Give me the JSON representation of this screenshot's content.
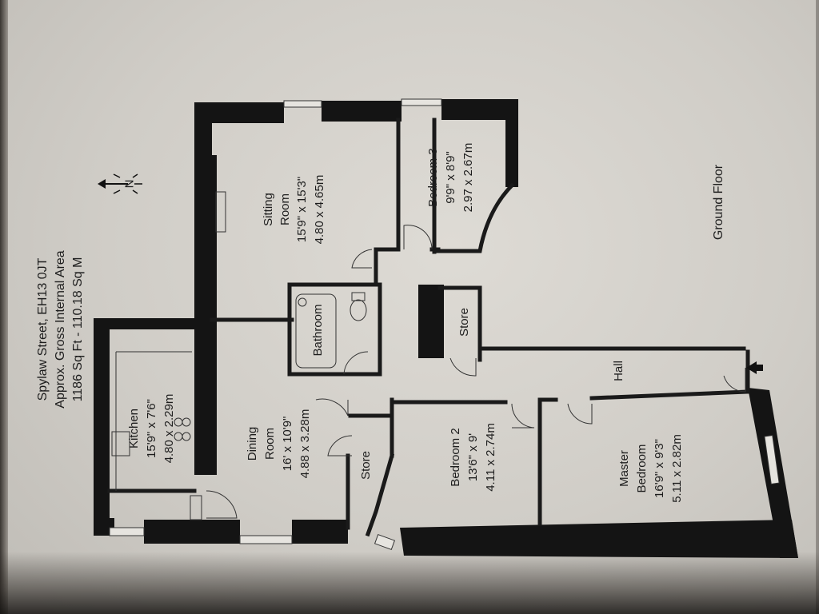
{
  "address": {
    "line1": "Spylaw Street, EH13 0JT",
    "line2": "Approx. Gross Internal Area",
    "line3": "1186 Sq Ft  -  110.18 Sq M"
  },
  "compass": {
    "label": "N"
  },
  "floor_label": "Ground Floor",
  "rooms": {
    "sitting": {
      "name1": "Sitting",
      "name2": "Room",
      "imperial": "15'9\" x 15'3\"",
      "metric": "4.80 x 4.65m"
    },
    "bedroom3": {
      "name": "Bedroom 3",
      "imperial": "9'9\" x 8'9\"",
      "metric": "2.97 x 2.67m"
    },
    "bathroom": {
      "name": "Bathroom"
    },
    "store_upper": {
      "name": "Store"
    },
    "hall": {
      "name": "Hall"
    },
    "kitchen": {
      "name": "Kitchen",
      "imperial": "15'9\" x 7'6\"",
      "metric": "4.80 x 2.29m"
    },
    "dining": {
      "name1": "Dining",
      "name2": "Room",
      "imperial": "16' x 10'9\"",
      "metric": "4.88 x 3.28m"
    },
    "store_lower": {
      "name": "Store"
    },
    "bedroom2": {
      "name": "Bedroom 2",
      "imperial": "13'6\" x 9'",
      "metric": "4.11 x 2.74m"
    },
    "master": {
      "name1": "Master",
      "name2": "Bedroom",
      "imperial": "16'9\" x 9'3\"",
      "metric": "5.11 x 2.82m"
    }
  },
  "colors": {
    "wall": "#141414",
    "paper": "#d6d3cd"
  }
}
